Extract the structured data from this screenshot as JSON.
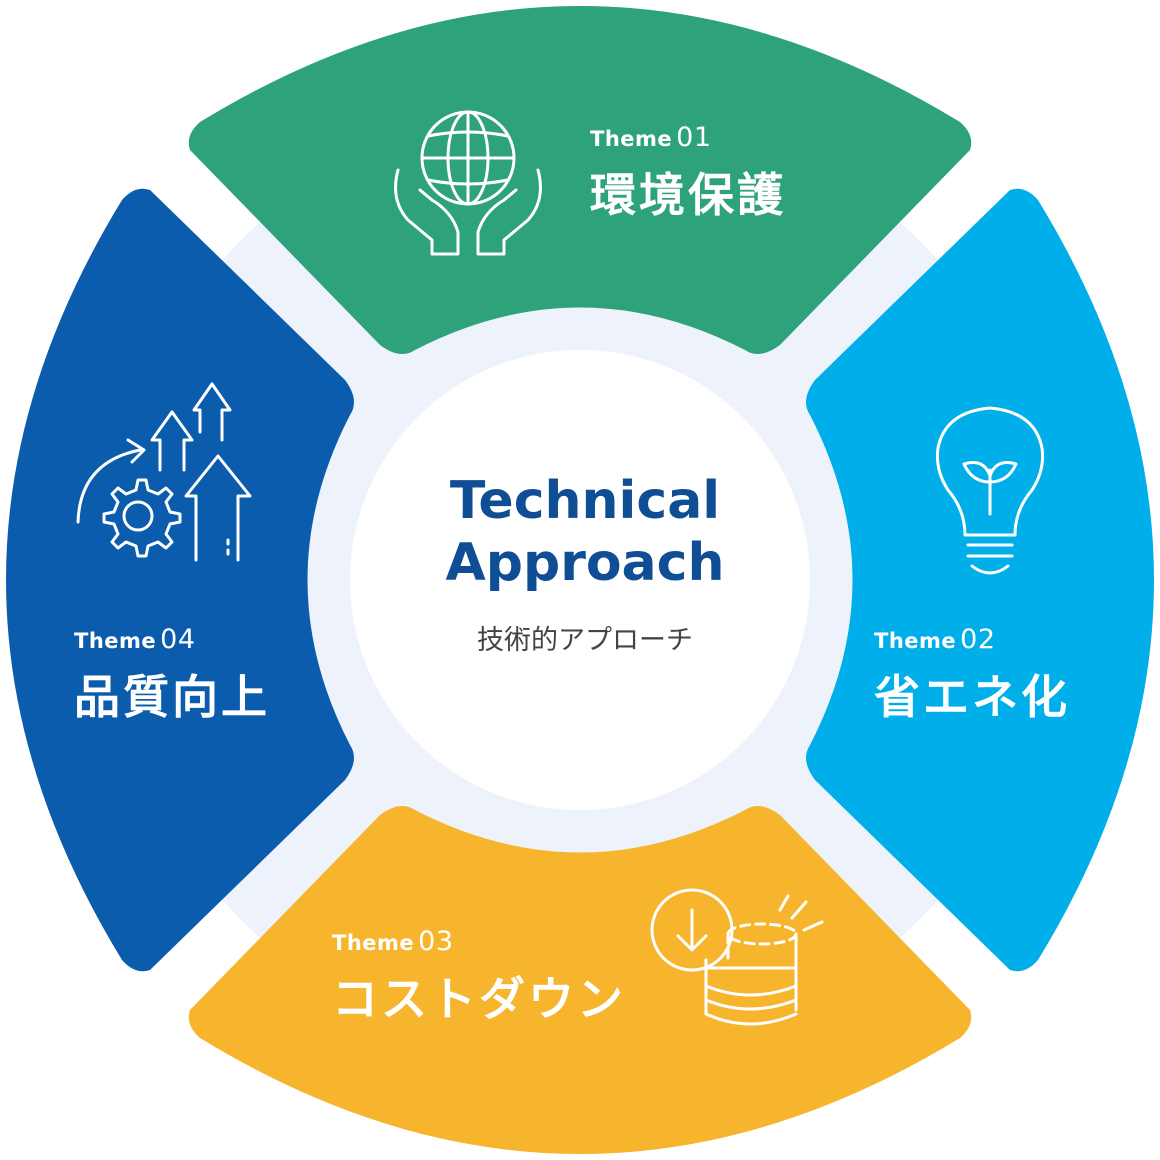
{
  "center": {
    "title_line1": "Technical",
    "title_line2": "Approach",
    "subtitle": "技術的アプローチ"
  },
  "themes": [
    {
      "prefix": "Theme",
      "number": "01",
      "title": "環境保護",
      "icon": "globe-in-hands-icon",
      "color": "#2ea27a"
    },
    {
      "prefix": "Theme",
      "number": "02",
      "title": "省エネ化",
      "icon": "lightbulb-sprout-icon",
      "color": "#00aeea"
    },
    {
      "prefix": "Theme",
      "number": "03",
      "title": "コストダウン",
      "icon": "coin-stack-download-icon",
      "color": "#f6b52c"
    },
    {
      "prefix": "Theme",
      "number": "04",
      "title": "品質向上",
      "icon": "gear-growth-arrows-icon",
      "color": "#0b5cad"
    }
  ],
  "colors": {
    "ring_gap": "#eef3fb",
    "center_fill": "#ffffff",
    "center_text": "#0f4e95"
  }
}
